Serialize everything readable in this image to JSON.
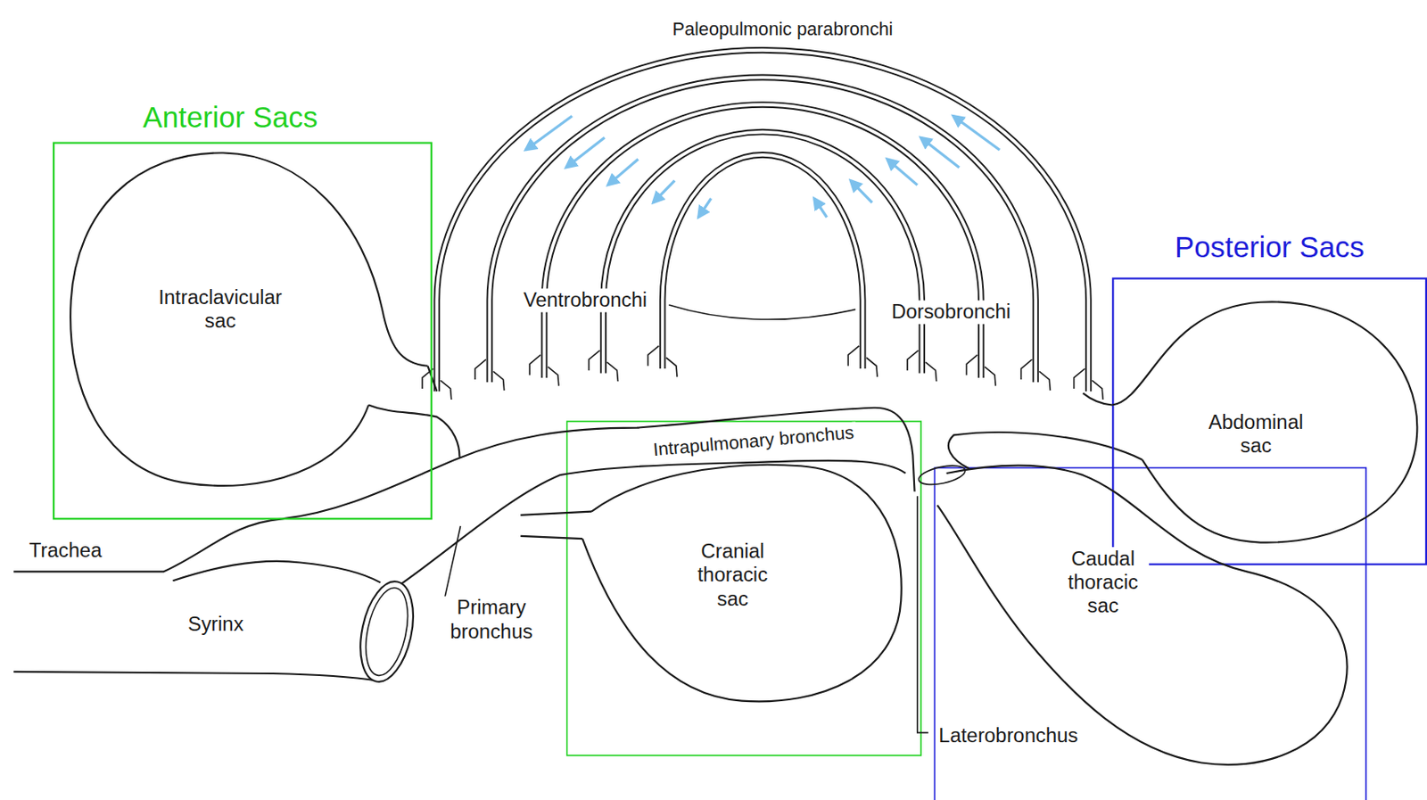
{
  "diagram": {
    "nodes": [
      {
        "text": [
          "Anterior Sacs"
        ]
      },
      {
        "text": [
          "Intraclavicular sac"
        ],
        "in": 0
      },
      {
        "text": [
          "Cranial thoracic sac"
        ]
      },
      {
        "text": [
          "Posterior Sacs"
        ]
      },
      {
        "text": [
          "Abdominal sac"
        ],
        "in": 3
      },
      {
        "text": [
          "Caudal thoracic sac"
        ]
      }
    ],
    "labels": [
      "Paleopulmonic parabronchi",
      "Ventrobronchi",
      "Dorsobronchi",
      "Intrapulmonary bronchus",
      "Trachea",
      "Syrinx",
      "Primary bronchus",
      "Laterobronchus"
    ]
  }
}
